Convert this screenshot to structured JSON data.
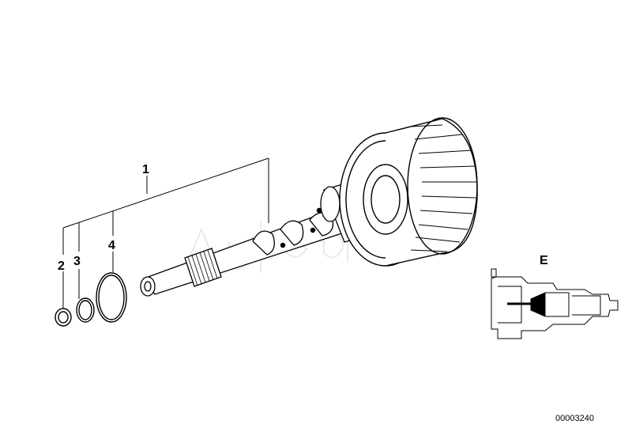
{
  "callouts": {
    "part_1": "1",
    "part_2": "2",
    "part_3": "3",
    "part_4": "4"
  },
  "inset": {
    "label": "E"
  },
  "reference_number": "00003240",
  "watermark": "Autodoc",
  "colors": {
    "ink": "#000000",
    "highlight": "#000000",
    "watermark": "#d9d9d9",
    "background": "#ffffff"
  }
}
